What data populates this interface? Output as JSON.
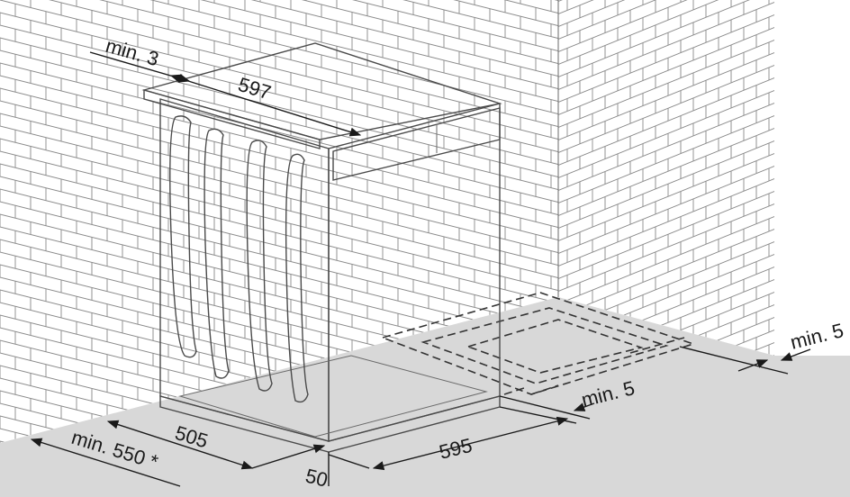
{
  "dimensions": {
    "top_gap": "min. 3",
    "width_top": "597",
    "side_gap_right": "min. 5",
    "front_gap": "min. 5",
    "width_front": "595",
    "depth": "505",
    "door_clearance": "min. 550 *",
    "foot_offset": "50"
  },
  "colors": {
    "floor": "#d8d8d8",
    "brick_line": "#8a8a8a",
    "cabinet_edge": "#4a4a4a",
    "dimension_line": "#1a1a1a"
  }
}
